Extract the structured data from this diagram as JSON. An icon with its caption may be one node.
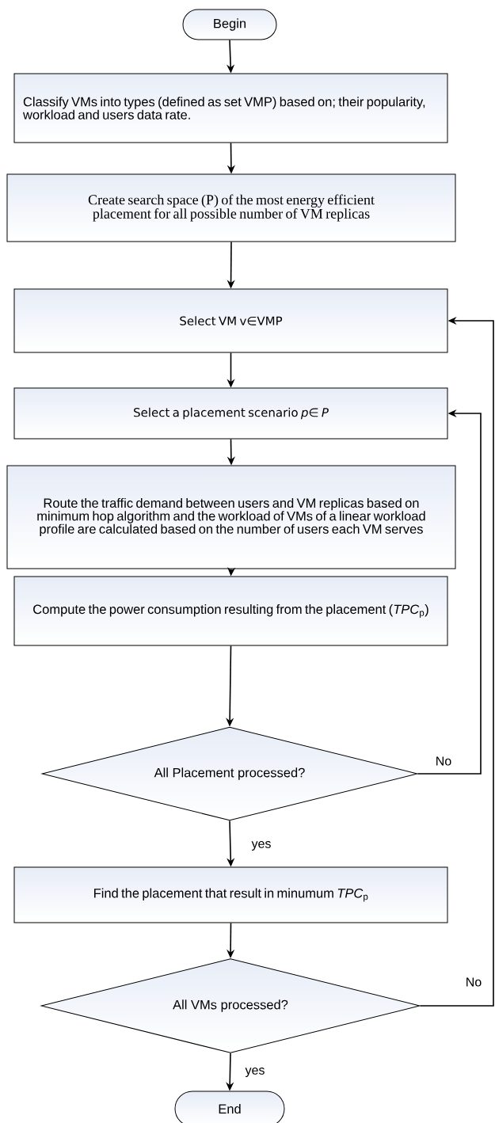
{
  "diagram": {
    "nodes": [
      {
        "text": [
          "Begin"
        ]
      },
      {
        "text": [
          "Classify VMs into types (defined as set VMP) based on; their popularity, workload and users data rate."
        ]
      },
      {
        "text": [
          "Create search space (P) of the most energy efficient placement for all possible number of VM replicas"
        ]
      },
      {
        "text": [
          "Select VM v∈VMP"
        ]
      },
      {
        "text": [
          "Select a placement scenario *p*∈ *P*"
        ]
      },
      {
        "text": [
          "Route the traffic demand between users and VM replicas based on minimum hop algorithm and the workload of VMs of a linear workload profile are calculated based on the number of users each VM serves"
        ]
      },
      {
        "text": [
          "Compute the power consumption resulting from the placement (*TPC*$_{p}$)"
        ]
      },
      {
        "text": [
          "All Placement processed?"
        ]
      },
      {
        "text": [
          "Find the placement that result in minumum *TPC*$_{p}$"
        ]
      },
      {
        "text": [
          "All VMs processed?"
        ]
      },
      {
        "text": [
          "End"
        ]
      }
    ],
    "edges": [
      {
        "from": 0,
        "to": 1,
        "arrow": "to"
      },
      {
        "from": 1,
        "to": 2,
        "arrow": "to"
      },
      {
        "from": 2,
        "to": 3,
        "arrow": "to"
      },
      {
        "from": 3,
        "to": 4,
        "arrow": "to"
      },
      {
        "from": 4,
        "to": 5,
        "arrow": "to"
      },
      {
        "from": 5,
        "to": 6,
        "arrow": "to"
      },
      {
        "from": 6,
        "to": 7,
        "arrow": "to"
      },
      {
        "from": 7,
        "to": 4,
        "arrow": "to",
        "label": "No"
      },
      {
        "from": 7,
        "to": 8,
        "arrow": "to",
        "label": "yes"
      },
      {
        "from": 8,
        "to": 9,
        "arrow": "to"
      },
      {
        "from": 9,
        "to": 3,
        "arrow": "to",
        "label": "No"
      },
      {
        "from": 9,
        "to": 10,
        "arrow": "to",
        "label": "yes"
      }
    ]
  }
}
